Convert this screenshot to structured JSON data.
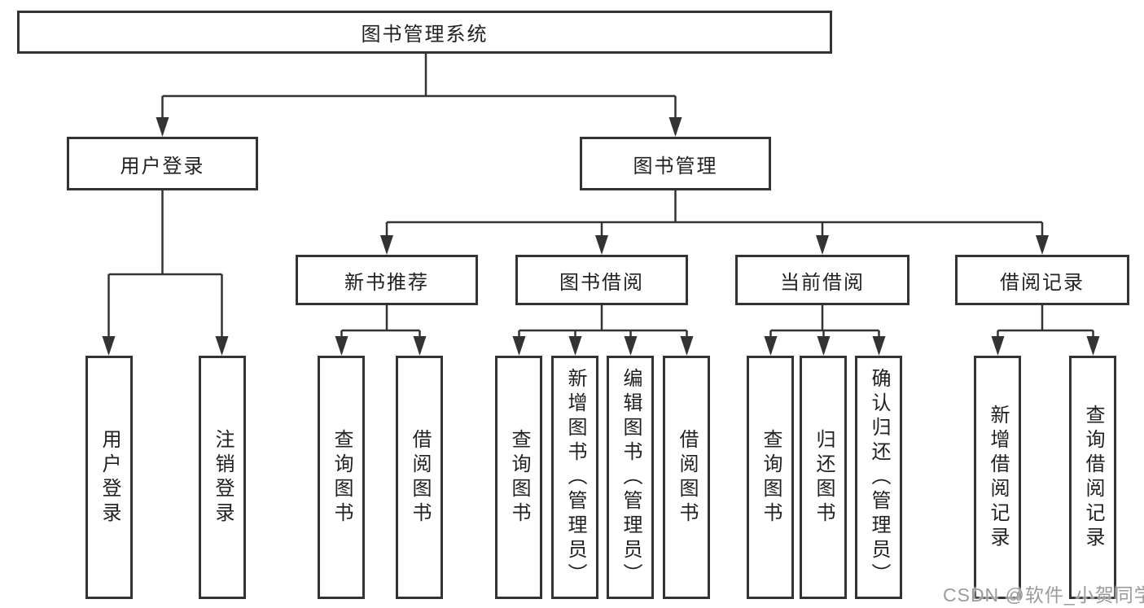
{
  "diagram_title": "图书管理系统",
  "nodes": {
    "root": "图书管理系统",
    "user_login": "用户登录",
    "book_mgmt": "图书管理",
    "new_books": "新书推荐",
    "book_borrow": "图书借阅",
    "current_borrow": "当前借阅",
    "borrow_records": "借阅记录",
    "user_login_children": [
      "用户登录",
      "注销登录"
    ],
    "new_books_children": [
      "查询图书",
      "借阅图书"
    ],
    "book_borrow_children": [
      "查询图书",
      "新增图书（管理员）",
      "编辑图书（管理员）",
      "借阅图书"
    ],
    "current_borrow_children": [
      "查询图书",
      "归还图书",
      "确认归还（管理员）"
    ],
    "borrow_records_children": [
      "新增借阅记录",
      "查询借阅记录"
    ]
  },
  "watermark": "CSDN @软件_小贺同学",
  "colors": {
    "line": "#333333",
    "box_border": "#333333",
    "text": "#212121",
    "watermark": "#9b9b9b",
    "background": "#ffffff"
  }
}
